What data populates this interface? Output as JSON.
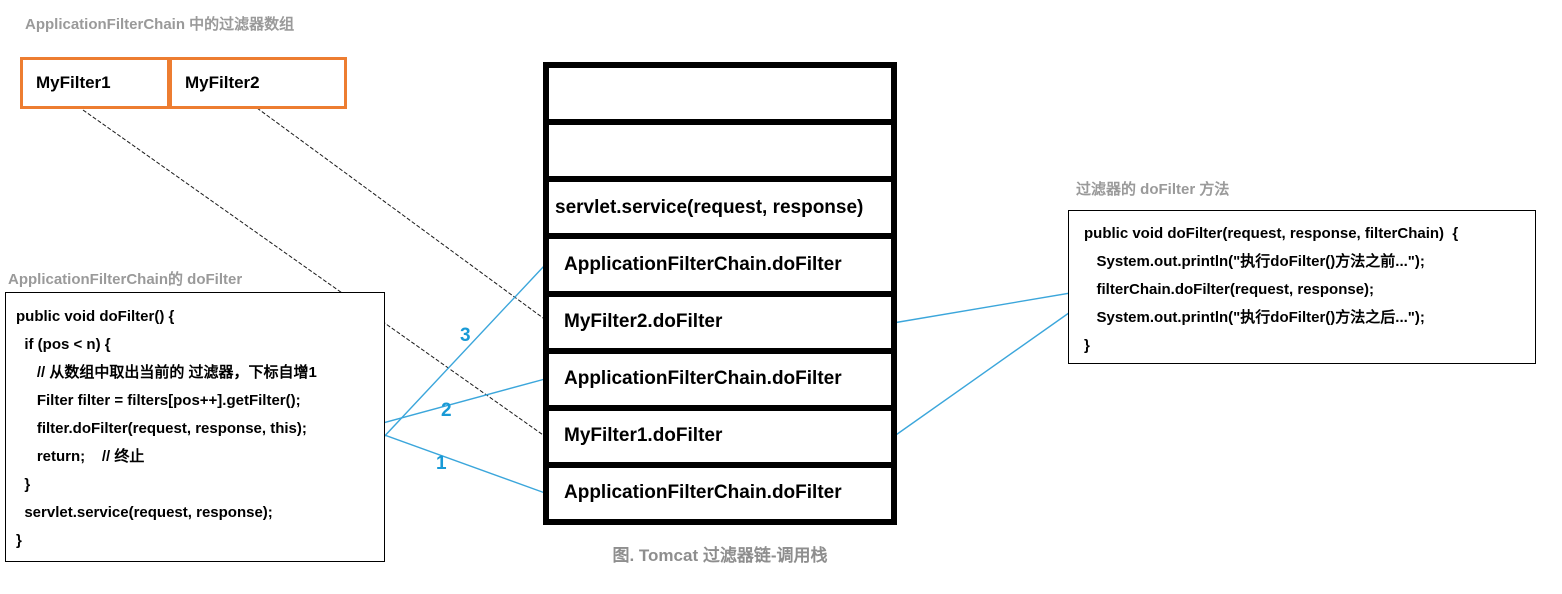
{
  "colors": {
    "orange_border": "#ed7d31",
    "blue_line": "#3ba6db",
    "blue_number": "#189ad6",
    "gray_title": "#9a9a9a",
    "caption_gray": "#8e8e8e"
  },
  "titles": {
    "filter_array": "ApplicationFilterChain 中的过滤器数组",
    "left_code": "ApplicationFilterChain的 doFilter",
    "right_code": "过滤器的 doFilter 方法",
    "caption": "图. Tomcat 过滤器链-调用栈"
  },
  "filter_array": {
    "items": [
      {
        "label": "MyFilter1"
      },
      {
        "label": "MyFilter2"
      }
    ]
  },
  "stack": {
    "rows": [
      {
        "label": ""
      },
      {
        "label": ""
      },
      {
        "label": "servlet.service(request, response)"
      },
      {
        "label": "ApplicationFilterChain.doFilter"
      },
      {
        "label": "MyFilter2.doFilter"
      },
      {
        "label": "ApplicationFilterChain.doFilter"
      },
      {
        "label": "MyFilter1.doFilter"
      },
      {
        "label": "ApplicationFilterChain.doFilter"
      }
    ]
  },
  "left_code": {
    "lines": [
      "public void doFilter() {",
      "  if (pos < n) {",
      "     // 从数组中取出当前的 过滤器，下标自增1",
      "     Filter filter = filters[pos++].getFilter();",
      "     filter.doFilter(request, response, this);",
      "     return;    // 终止",
      "  }",
      "  servlet.service(request, response);",
      "}"
    ]
  },
  "right_code": {
    "lines": [
      "public void doFilter(request, response, filterChain)  {",
      "   System.out.println(\"执行doFilter()方法之前...\");",
      "   filterChain.doFilter(request, response);",
      "   System.out.println(\"执行doFilter()方法之后...\");",
      "}"
    ]
  },
  "sequence_numbers": {
    "first": "1",
    "second": "2",
    "third": "3"
  }
}
